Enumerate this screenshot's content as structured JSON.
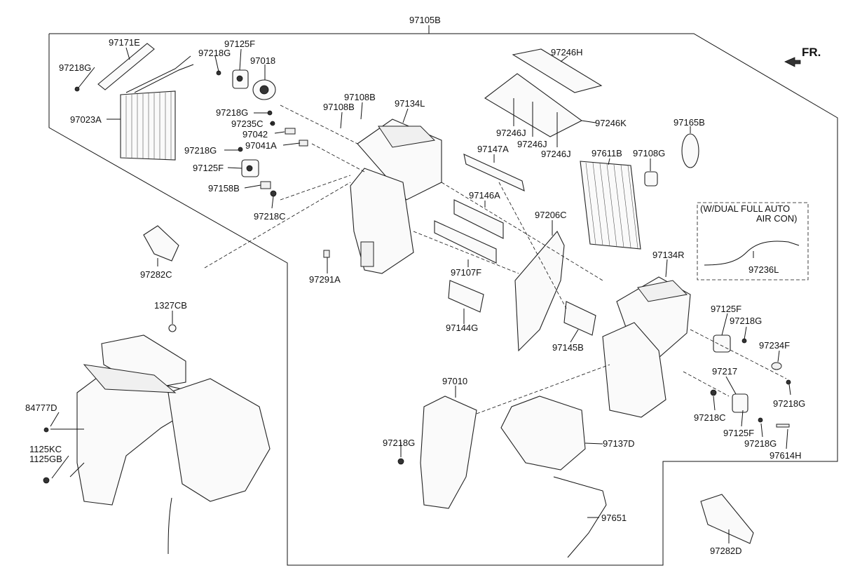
{
  "direction": {
    "label": "FR."
  },
  "note": {
    "line1": "(W/DUAL FULL AUTO",
    "line2": "AIR CON)"
  },
  "labels": {
    "97105B": "97105B",
    "97171E": "97171E",
    "97218G_a": "97218G",
    "97125F_a": "97125F",
    "97218G_b": "97218G",
    "97018": "97018",
    "97023A": "97023A",
    "97218G_c": "97218G",
    "97235C": "97235C",
    "97042": "97042",
    "97041A": "97041A",
    "97218G_d": "97218G",
    "97125F_b": "97125F",
    "97158B": "97158B",
    "97218C_a": "97218C",
    "97108B_a": "97108B",
    "97108B_b": "97108B",
    "97134L": "97134L",
    "97246H": "97246H",
    "97246J_a": "97246J",
    "97246J_b": "97246J",
    "97246J_c": "97246J",
    "97246K": "97246K",
    "97165B": "97165B",
    "97147A": "97147A",
    "97611B": "97611B",
    "97108G": "97108G",
    "97146A": "97146A",
    "97206C": "97206C",
    "97282C": "97282C",
    "97291A": "97291A",
    "97107F": "97107F",
    "97236L": "97236L",
    "97134R": "97134R",
    "1327CB": "1327CB",
    "97144G": "97144G",
    "97145B": "97145B",
    "97125F_c": "97125F",
    "97218G_e": "97218G",
    "97234F": "97234F",
    "97217": "97217",
    "97010": "97010",
    "84777D": "84777D",
    "97218G_f": "97218G",
    "97137D": "97137D",
    "97218C_b": "97218C",
    "97218G_g": "97218G",
    "97125F_d": "97125F",
    "97218G_h": "97218G",
    "97614H": "97614H",
    "1125KC": "1125KC",
    "1125GB": "1125GB",
    "97651": "97651",
    "97282D": "97282D"
  }
}
